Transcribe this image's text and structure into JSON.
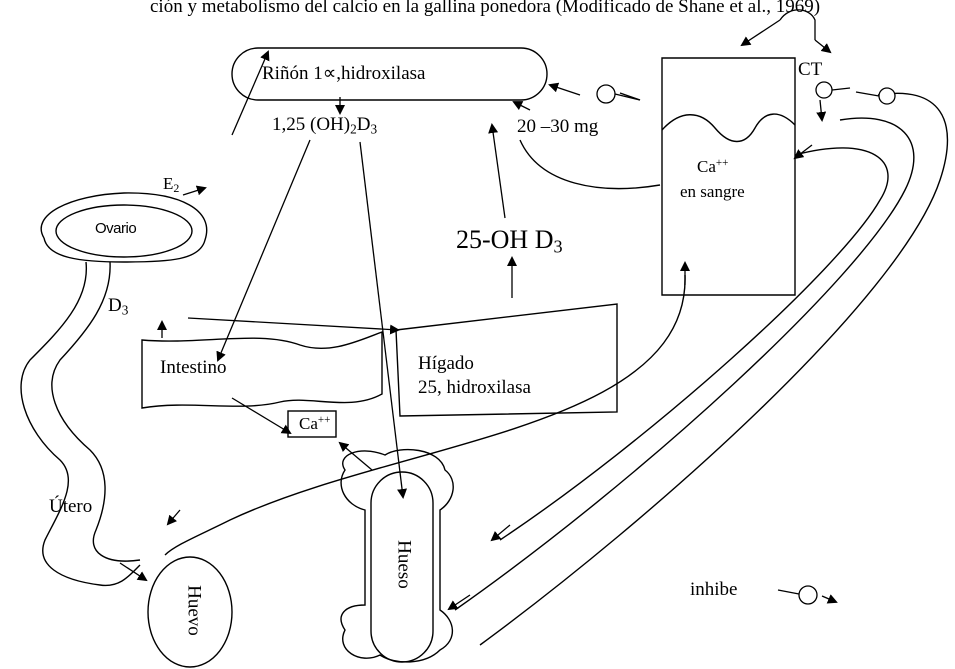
{
  "header_fragment": "ción y metabolismo del calcio en la gallina ponedora (Modificado de Shane et al., 1969)",
  "kidney": {
    "line1": "Riñón 1∝,hidroxilasa"
  },
  "calcitriol": {
    "prefix": "1,25 (OH)",
    "sub2": "2",
    "mid": "D",
    "sub3": "3"
  },
  "dose": "20 –30 mg",
  "ct": "CT",
  "blood": {
    "ca": "Ca",
    "charge": "++",
    "line2": "en sangre"
  },
  "e2": {
    "main": "E",
    "sub": "2"
  },
  "ovary": "Ovario",
  "d3": {
    "main": "D",
    "sub": "3"
  },
  "hydroxy_d3": {
    "main": "25-OH D",
    "sub": "3"
  },
  "intestine": "Intestino",
  "liver": {
    "line1": "Hígado",
    "line2": "25, hidroxilasa"
  },
  "ca_box": {
    "ca": "Ca",
    "charge": "++"
  },
  "uterus": "Útero",
  "egg": "Huevo",
  "bone": "Hueso",
  "legend": {
    "inhibe": "inhibe"
  }
}
